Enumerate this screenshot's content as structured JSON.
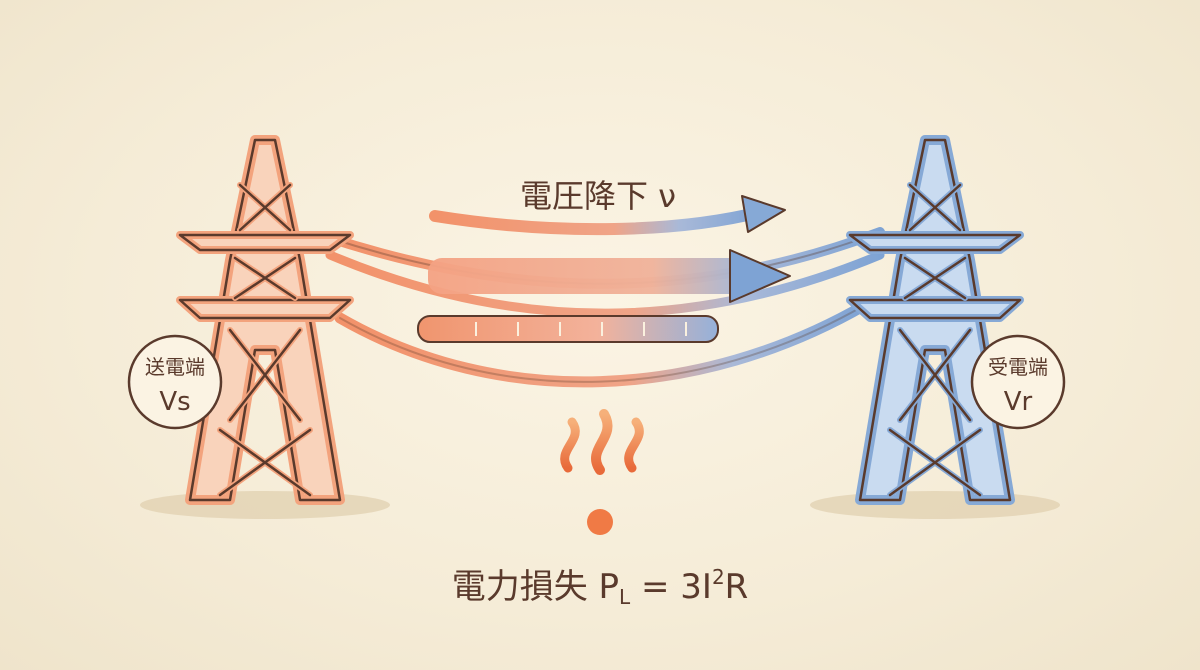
{
  "labels": {
    "voltage_drop": "電圧降下 ν",
    "power_loss_prefix": "電力損失 P",
    "power_loss_sub": "L",
    "power_loss_eq": " = 3I",
    "power_loss_sup": "2",
    "power_loss_tail": "R"
  },
  "sending_end": {
    "title": "送電端",
    "symbol": "Vs"
  },
  "receiving_end": {
    "title": "受電端",
    "symbol": "Vr"
  },
  "colors": {
    "sending": "#f3a37d",
    "sending_fill": "#f9d3bb",
    "receiving": "#86a9d6",
    "receiving_fill": "#c9dbf0",
    "outline": "#5a3a2c",
    "heat": "#f07a45"
  }
}
